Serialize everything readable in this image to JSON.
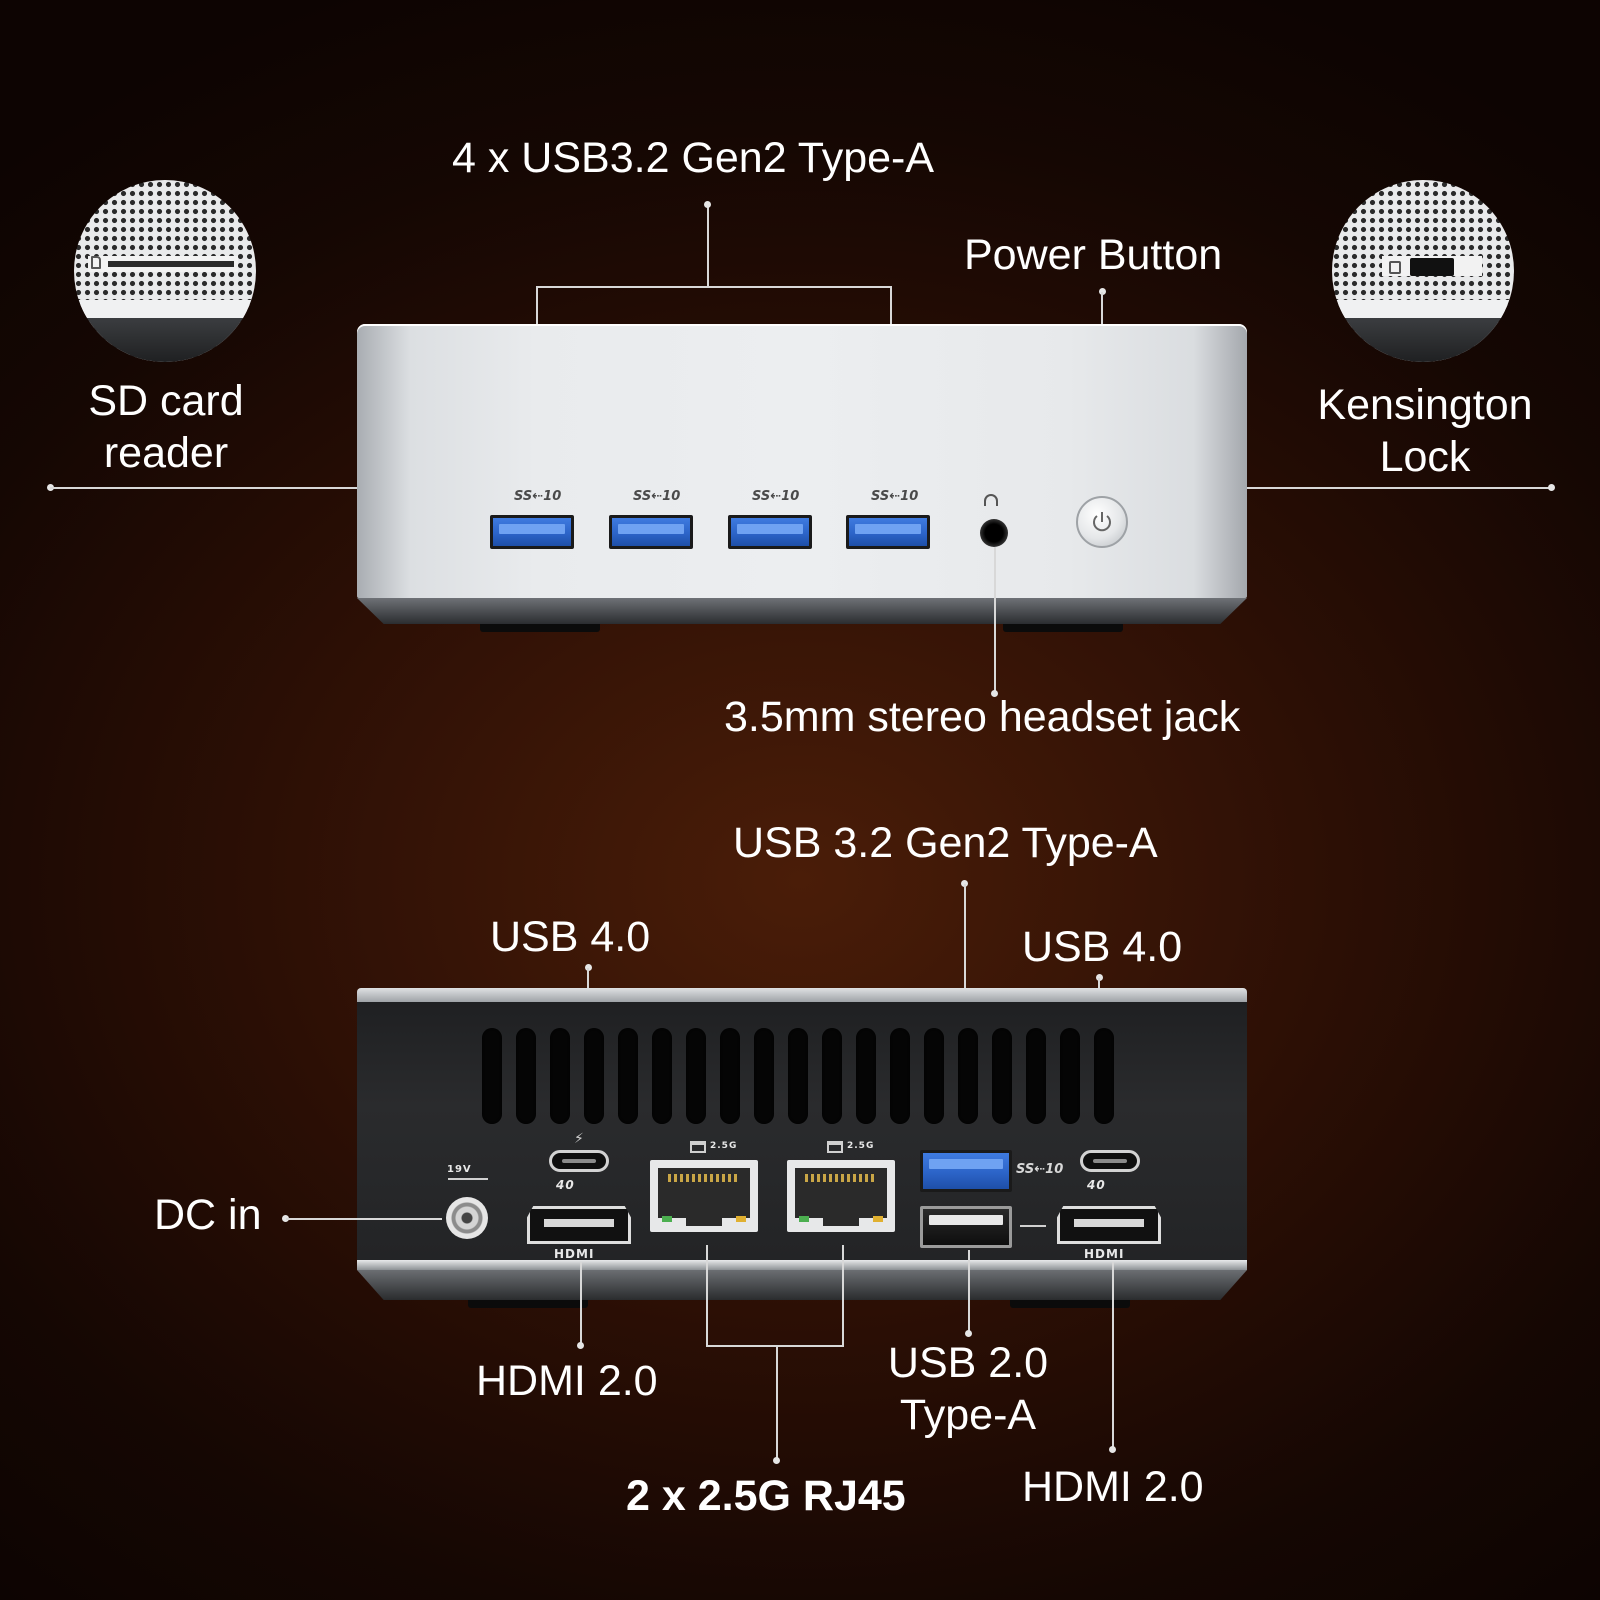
{
  "labels": {
    "front_usb": "4 x USB3.2 Gen2 Type-A",
    "power_button": "Power Button",
    "sd_card_line1": "SD card",
    "sd_card_line2": "reader",
    "kensington_line1": "Kensington",
    "kensington_line2": "Lock",
    "headset_jack": "3.5mm stereo headset jack",
    "rear_usb32": "USB 3.2 Gen2 Type-A",
    "usb4_left": "USB 4.0",
    "usb4_right": "USB 4.0",
    "dc_in": "DC in",
    "hdmi_left": "HDMI 2.0",
    "rj45": "2 x 2.5G RJ45",
    "usb20_line1": "USB 2.0",
    "usb20_line2": "Type-A",
    "hdmi_right": "HDMI 2.0"
  },
  "port_markings": {
    "ss10": "SS⇠10",
    "hdmi": "HDMI",
    "lan_speed": "2.5G",
    "dc_voltage": "19V",
    "usb4_speed": "40"
  },
  "colors": {
    "background": "#2c0f05",
    "usb3_blue": "#2c64c8",
    "silver": "#e9ebed",
    "rear_black": "#232426"
  }
}
